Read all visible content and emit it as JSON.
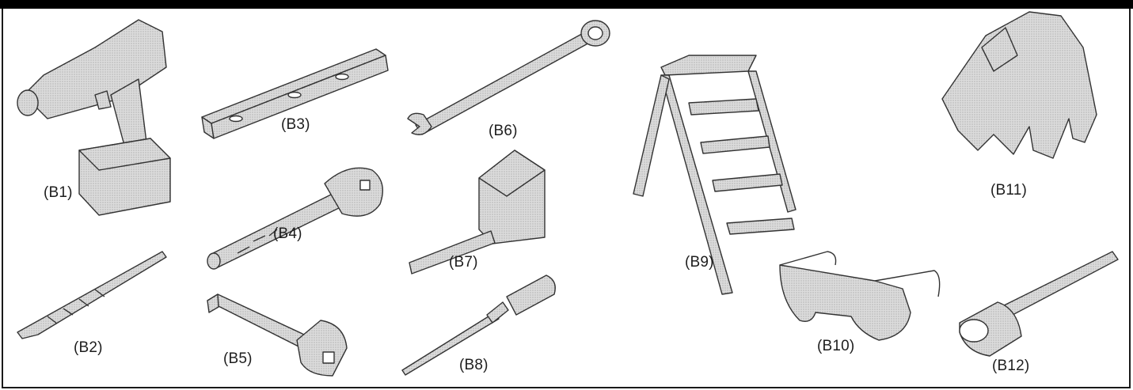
{
  "labels": {
    "b1": "(B1)",
    "b2": "(B2)",
    "b3": "(B3)",
    "b4": "(B4)",
    "b5": "(B5)",
    "b6": "(B6)",
    "b7": "(B7)",
    "b8": "(B8)",
    "b9": "(B9)",
    "b10": "(B10)",
    "b11": "(B11)",
    "b12": "(B12)"
  },
  "colors": {
    "outline": "#333333",
    "shade": "#cfcfcf",
    "shade_dark": "#a9a9a9",
    "background": "#ffffff",
    "top_bar": "#000000"
  },
  "icons": {
    "b1": "cordless-drill-icon",
    "b2": "drill-bit-icon",
    "b3": "spirit-level-icon",
    "b4": "ratchet-handle-icon",
    "b5": "extension-bar-icon",
    "b6": "combination-wrench-icon",
    "b7": "tape-measure-icon",
    "b8": "screwdriver-icon",
    "b9": "step-ladder-icon",
    "b10": "safety-glasses-icon",
    "b11": "work-gloves-icon",
    "b12": "socket-adapter-icon"
  }
}
